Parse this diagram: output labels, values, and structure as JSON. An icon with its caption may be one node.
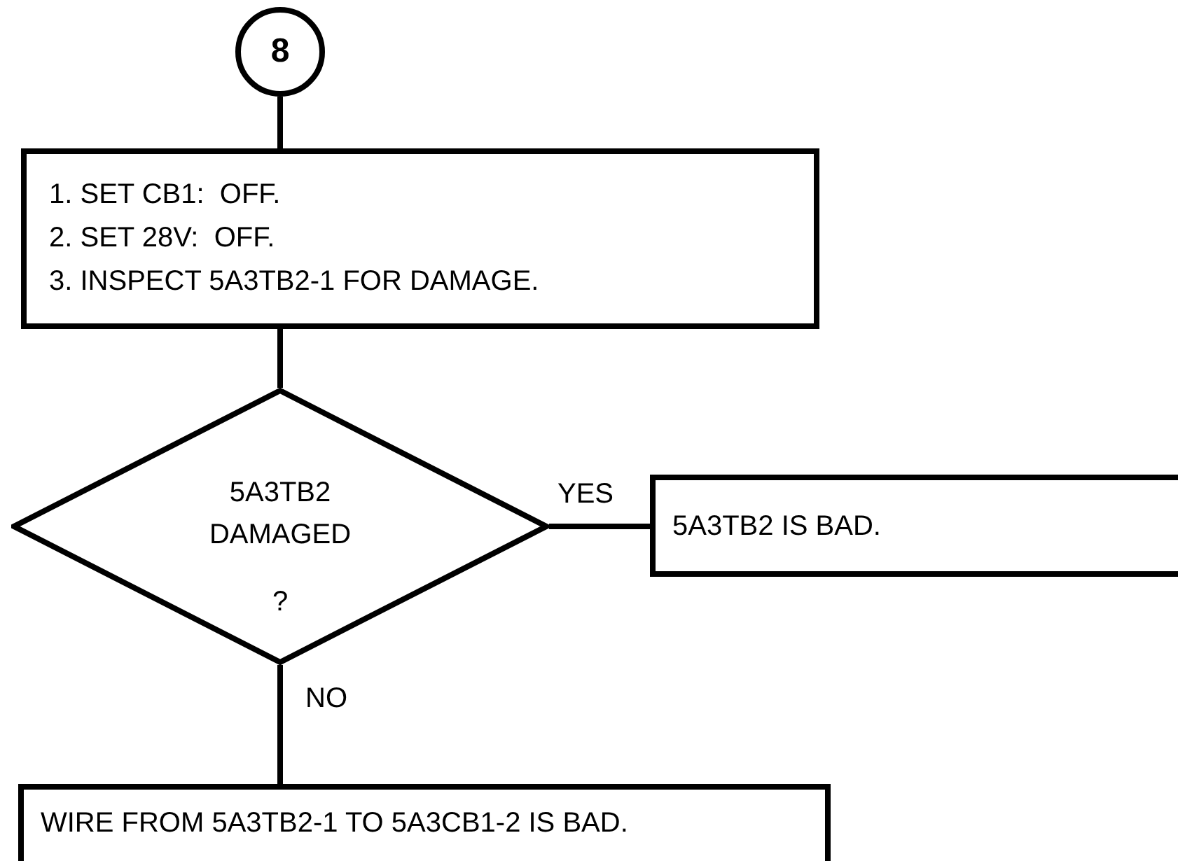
{
  "diagram": {
    "nodes": [
      {
        "text": [
          "8"
        ]
      },
      {
        "text": [
          "1. SET CB1:  OFF.",
          "2. SET 28V:  OFF.",
          "3. INSPECT 5A3TB2-1 FOR DAMAGE."
        ]
      },
      {
        "text": [
          "5A3TB2 DAMAGED",
          "?"
        ]
      },
      {
        "text": [
          "5A3TB2 IS BAD."
        ]
      },
      {
        "text": [
          "WIRE FROM 5A3TB2-1 TO 5A3CB1-2 IS BAD."
        ]
      }
    ],
    "edges": [
      {
        "from": 0,
        "to": 1,
        "arrow": "none"
      },
      {
        "from": 1,
        "to": 2,
        "arrow": "none"
      },
      {
        "from": 2,
        "to": 3,
        "arrow": "none",
        "label": "YES"
      },
      {
        "from": 2,
        "to": 4,
        "arrow": "none",
        "label": "NO"
      }
    ]
  }
}
